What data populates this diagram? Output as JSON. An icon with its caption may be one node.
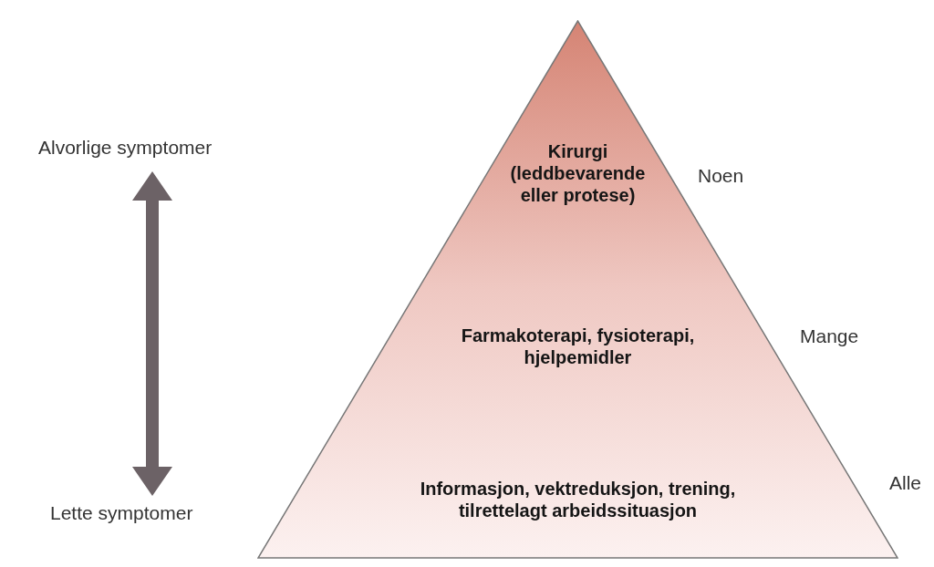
{
  "diagram": {
    "nodes": [
      {
        "text": [
          "Kirurgi (leddbevarende eller protese)",
          "Farmakoterapi, fysioterapi, hjelpemidler",
          "Informasjon, vektreduksjon, trening, tilrettelagt arbeidssituasjon"
        ]
      }
    ],
    "edges": [],
    "labels": [
      "Alvorlige symptomer",
      "Noen",
      "Mange",
      "Alle",
      "Lette symptomer"
    ]
  }
}
